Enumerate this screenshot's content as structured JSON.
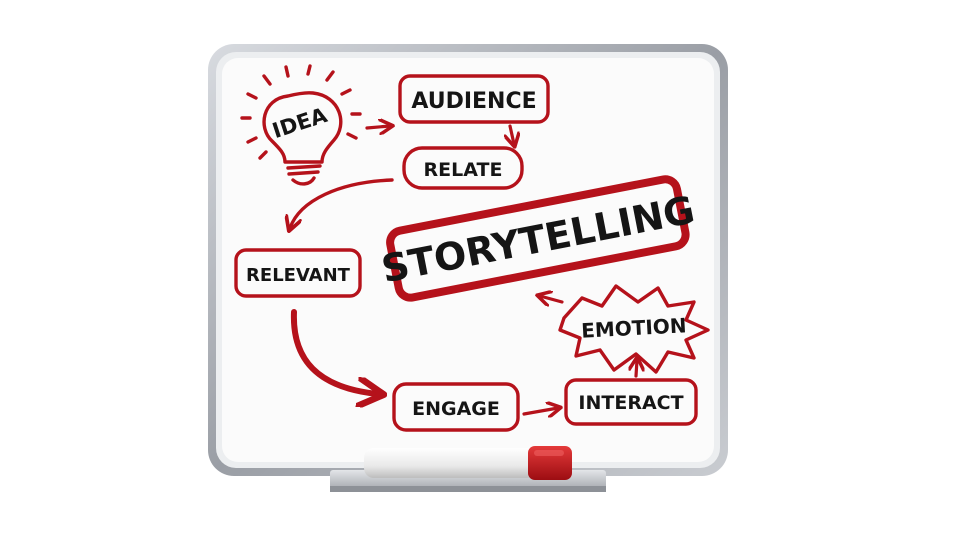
{
  "colors": {
    "marker_red": "#b5121b",
    "ink": "#151515",
    "board_white": "#fbfbfb",
    "frame_silver": "#a9adb3"
  },
  "nodes": {
    "idea": "IDEA",
    "audience": "AUDIENCE",
    "relate": "RELATE",
    "relevant": "RELEVANT",
    "storytelling": "STORYTELLING",
    "emotion": "EMOTION",
    "engage": "ENGAGE",
    "interact": "INTERACT"
  },
  "icons": {
    "idea": "lightbulb-icon",
    "marker": "red-dry-erase-marker"
  }
}
